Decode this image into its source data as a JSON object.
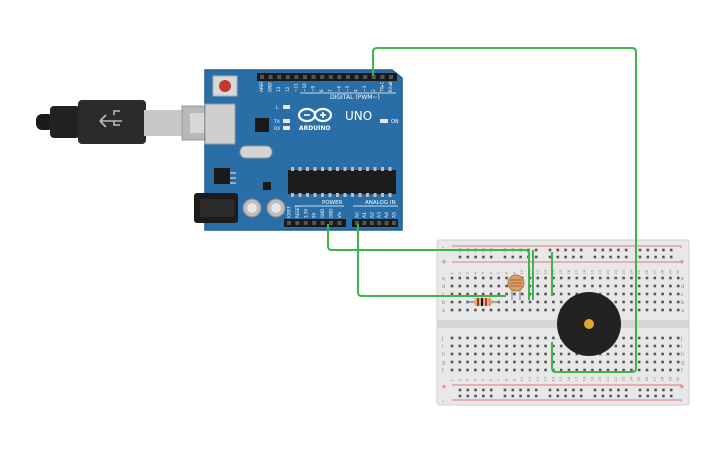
{
  "board": {
    "brand": "ARDUINO",
    "model": "UNO",
    "digital_label": "DIGITAL (PWM~)",
    "power_label": "POWER",
    "analog_label": "ANALOG IN",
    "on_label": "ON",
    "led_labels": [
      "L",
      "TX",
      "RX"
    ],
    "digital_pins": [
      "AREF",
      "GND",
      "13",
      "12",
      "~11",
      "~10",
      "~9",
      "8",
      "7",
      "~6",
      "~5",
      "4",
      "~3",
      "2",
      "TX▸1",
      "RX◂0"
    ],
    "power_pins": [
      "IOREF",
      "RESET",
      "3.3V",
      "5V",
      "GND",
      "GND",
      "Vin"
    ],
    "analog_pins": [
      "A0",
      "A1",
      "A2",
      "A3",
      "A4",
      "A5"
    ]
  },
  "breadboard": {
    "rail_plus": "+",
    "rail_minus": "-",
    "row_letters_top": [
      "a",
      "b",
      "c",
      "d",
      "e"
    ],
    "row_letters_bottom": [
      "f",
      "g",
      "h",
      "i",
      "j"
    ],
    "column_count": 30
  },
  "colors": {
    "board": "#2a6ea8",
    "wire": "#3cb54a",
    "breadboard": "#e8e8e8",
    "rail_red": "#d9534f",
    "buzzer": "#222222",
    "buzzer_center": "#e0a82e"
  },
  "components": [
    "usb-cable",
    "arduino-uno",
    "breadboard",
    "photoresistor",
    "resistor",
    "piezo-buzzer"
  ]
}
